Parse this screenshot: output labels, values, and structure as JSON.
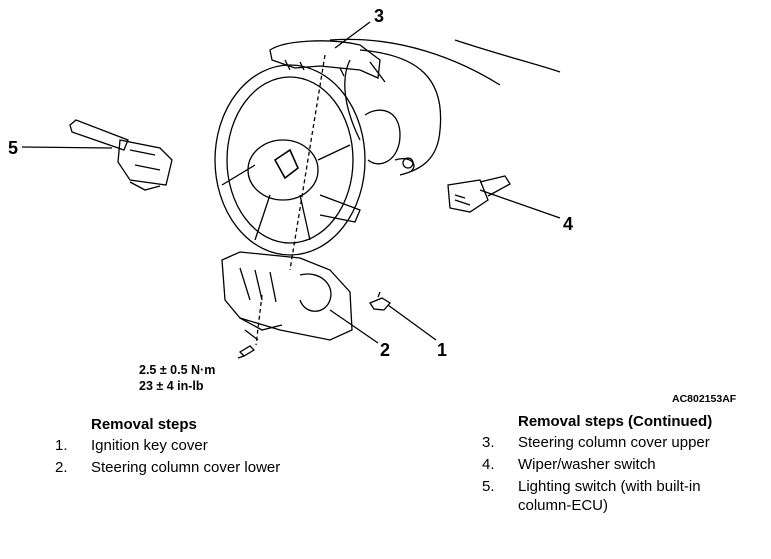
{
  "callouts": {
    "c1": "1",
    "c2": "2",
    "c3": "3",
    "c4": "4",
    "c5": "5"
  },
  "torque": {
    "metric": "2.5 ± 0.5 N·m",
    "imperial": "23 ± 4 in-lb"
  },
  "figure_id": "AC802153AF",
  "removal_steps": {
    "title": "Removal steps",
    "items": [
      {
        "num": "1.",
        "label": "Ignition key cover"
      },
      {
        "num": "2.",
        "label": "Steering column cover lower"
      }
    ]
  },
  "removal_steps_continued": {
    "title": "Removal steps (Continued)",
    "items": [
      {
        "num": "3.",
        "label": "Steering column cover upper"
      },
      {
        "num": "4.",
        "label": "Wiper/washer switch"
      },
      {
        "num": "5.",
        "label": "Lighting switch (with built-in column-ECU)"
      }
    ]
  }
}
